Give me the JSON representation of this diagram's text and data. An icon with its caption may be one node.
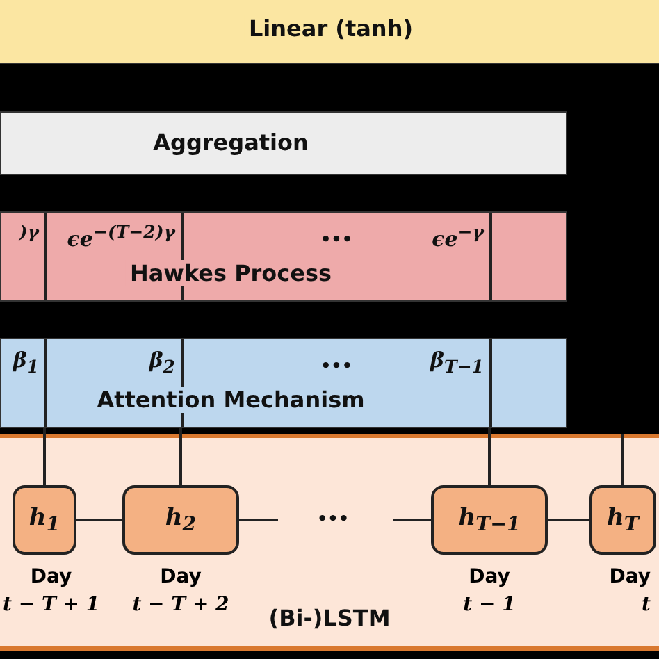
{
  "diagram": {
    "nodes": [
      {
        "text": [
          "Linear (tanh)"
        ]
      },
      {
        "text": [
          "Aggregation"
        ]
      },
      {
        "text": [
          "Hawkes Process"
        ]
      },
      {
        "text": [
          "$^{)γ}$"
        ],
        "in": 2
      },
      {
        "text": [
          "ϵe$^{−(T−2)γ}$"
        ],
        "in": 2
      },
      {
        "text": [
          "•••",
          "ϵe$^{−γ}$"
        ],
        "in": 2
      },
      {
        "text": [],
        "shape": "box",
        "in": 2
      },
      {
        "text": [
          "Attention Mechanism"
        ]
      },
      {
        "text": [
          "β$_{1}$"
        ],
        "in": 7
      },
      {
        "text": [
          "β$_{2}$"
        ],
        "in": 7
      },
      {
        "text": [
          "•••",
          "β$_{T−1}$"
        ],
        "in": 7
      },
      {
        "text": [],
        "shape": "box",
        "in": 7
      },
      {
        "text": [
          "(Bi-)LSTM"
        ]
      },
      {
        "text": [
          "h$_{1}$"
        ],
        "in": 12,
        "beside": [
          "Day",
          "t − T + 1"
        ]
      },
      {
        "text": [
          "h$_{2}$"
        ],
        "in": 12,
        "beside": [
          "Day",
          "t − T + 2"
        ]
      },
      {
        "text": [
          "h$_{T−1}$"
        ],
        "in": 12,
        "beside": [
          "Day",
          "t − 1"
        ]
      },
      {
        "text": [
          "h$_{T}$"
        ],
        "in": 12,
        "beside": [
          "Day",
          "t"
        ]
      }
    ],
    "edges": [
      {
        "from": 13,
        "to": 14,
        "arrow": "none"
      },
      {
        "from": 14,
        "to": null,
        "arrow": "none"
      },
      {
        "from": null,
        "to": 15,
        "arrow": "none"
      },
      {
        "from": 15,
        "to": 16,
        "arrow": "none"
      },
      {
        "from": 13,
        "to": 7,
        "arrow": "none"
      },
      {
        "from": 14,
        "to": 7,
        "arrow": "none"
      },
      {
        "from": 15,
        "to": 7,
        "arrow": "none"
      },
      {
        "from": 16,
        "to": null,
        "arrow": "none"
      }
    ],
    "labels": [
      "•••"
    ]
  }
}
